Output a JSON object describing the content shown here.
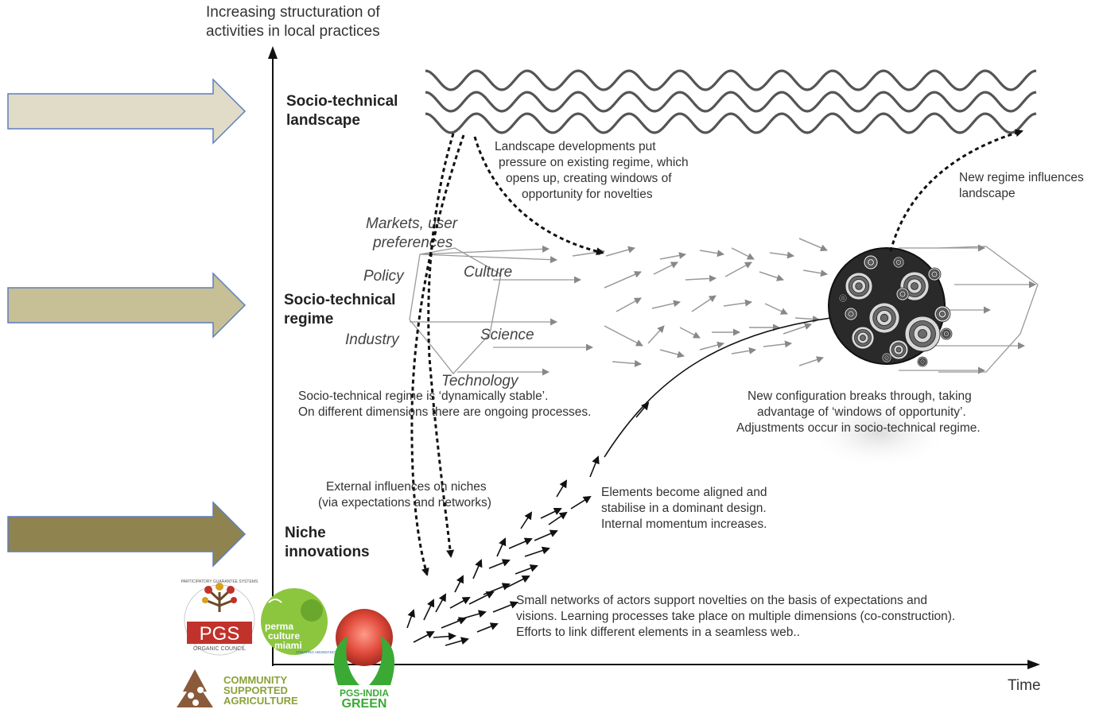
{
  "axes": {
    "y_label_lines": [
      "Increasing structuration of",
      "activities in local practices"
    ],
    "x_label": "Time"
  },
  "levels": {
    "landscape": [
      "Socio-technical",
      "landscape"
    ],
    "regime": [
      "Socio-technical",
      "regime"
    ],
    "niche": [
      "Niche",
      "innovations"
    ]
  },
  "regime_dimensions": {
    "markets": [
      "Markets, user",
      "preferences"
    ],
    "policy": "Policy",
    "culture": "Culture",
    "industry": "Industry",
    "science": "Science",
    "technology": "Technology"
  },
  "annotations": {
    "landscape_pressure": [
      "Landscape developments put",
      "pressure on existing regime, which",
      "opens up, creating windows of",
      "opportunity for novelties"
    ],
    "new_regime": [
      "New regime influences",
      "landscape"
    ],
    "regime_stable": [
      "Socio-technical regime is ‘dynamically stable’.",
      "On different dimensions there are ongoing processes."
    ],
    "breakthrough": [
      "New configuration breaks through, taking",
      "advantage of ‘windows of opportunity’.",
      "Adjustments occur in socio-technical regime."
    ],
    "external_influences": [
      "External influences on niches",
      "(via expectations and networks)"
    ],
    "aligned": [
      "Elements become aligned and",
      "stabilise in a dominant design.",
      "Internal momentum increases."
    ],
    "small_networks": [
      "Small networks of actors support novelties on the basis of expectations and",
      "visions. Learning processes take place on multiple dimensions (co-construction).",
      "Efforts to link different elements in a seamless web.."
    ]
  },
  "logos": {
    "pgs": {
      "text": "PGS",
      "subtext": "ORGANIC COUNCIL",
      "ring_text": "PARTICIPATORY GUARANTEE SYSTEMS"
    },
    "permaculture": {
      "lines": [
        "perma",
        "culture",
        "miami"
      ],
      "tagline": "CREATING ABUNDANCE"
    },
    "csa": {
      "lines": [
        "COMMUNITY",
        "SUPPORTED",
        "AGRICULTURE"
      ]
    },
    "pgs_india": {
      "lines": [
        "PGS-INDIA",
        "GREEN"
      ]
    }
  },
  "colors": {
    "arrow_top": "#e1dcc8",
    "arrow_mid": "#c7bf96",
    "arrow_bottom": "#8f8350",
    "arrow_border": "#5b7fbf",
    "pgs_red": "#c0322b",
    "permaculture_green": "#8cc63f",
    "csa_brown": "#8a5a3a",
    "india_green": "#3aaa35"
  }
}
